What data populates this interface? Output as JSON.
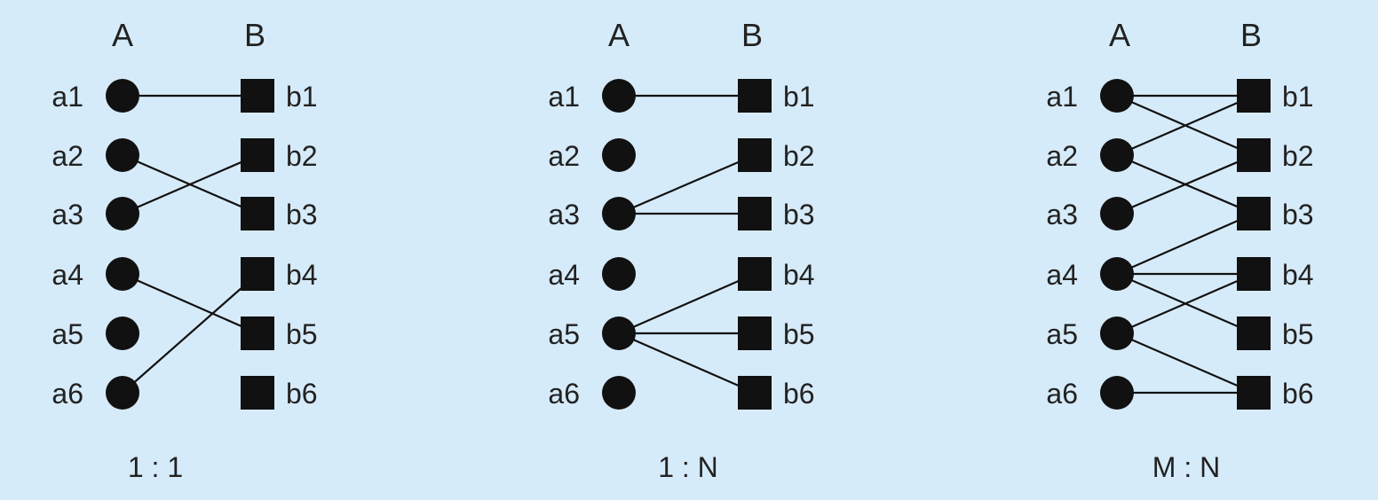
{
  "background": "#d6ebf9",
  "ink": "#111111",
  "diagrams": [
    {
      "header_a": "A",
      "header_b": "B",
      "left_nodes": [
        "a1",
        "a2",
        "a3",
        "a4",
        "a5",
        "a6"
      ],
      "right_nodes": [
        "b1",
        "b2",
        "b3",
        "b4",
        "b5",
        "b6"
      ],
      "edges": [
        [
          1,
          1
        ],
        [
          2,
          3
        ],
        [
          3,
          2
        ],
        [
          4,
          5
        ],
        [
          6,
          4
        ]
      ],
      "caption": "1 : 1"
    },
    {
      "header_a": "A",
      "header_b": "B",
      "left_nodes": [
        "a1",
        "a2",
        "a3",
        "a4",
        "a5",
        "a6"
      ],
      "right_nodes": [
        "b1",
        "b2",
        "b3",
        "b4",
        "b5",
        "b6"
      ],
      "edges": [
        [
          1,
          1
        ],
        [
          3,
          2
        ],
        [
          3,
          3
        ],
        [
          5,
          4
        ],
        [
          5,
          5
        ],
        [
          5,
          6
        ]
      ],
      "caption": "1 : N"
    },
    {
      "header_a": "A",
      "header_b": "B",
      "left_nodes": [
        "a1",
        "a2",
        "a3",
        "a4",
        "a5",
        "a6"
      ],
      "right_nodes": [
        "b1",
        "b2",
        "b3",
        "b4",
        "b5",
        "b6"
      ],
      "edges": [
        [
          1,
          1
        ],
        [
          1,
          2
        ],
        [
          2,
          1
        ],
        [
          2,
          3
        ],
        [
          3,
          2
        ],
        [
          4,
          3
        ],
        [
          4,
          4
        ],
        [
          4,
          5
        ],
        [
          5,
          4
        ],
        [
          5,
          6
        ],
        [
          6,
          6
        ]
      ],
      "caption": "M : N"
    }
  ]
}
